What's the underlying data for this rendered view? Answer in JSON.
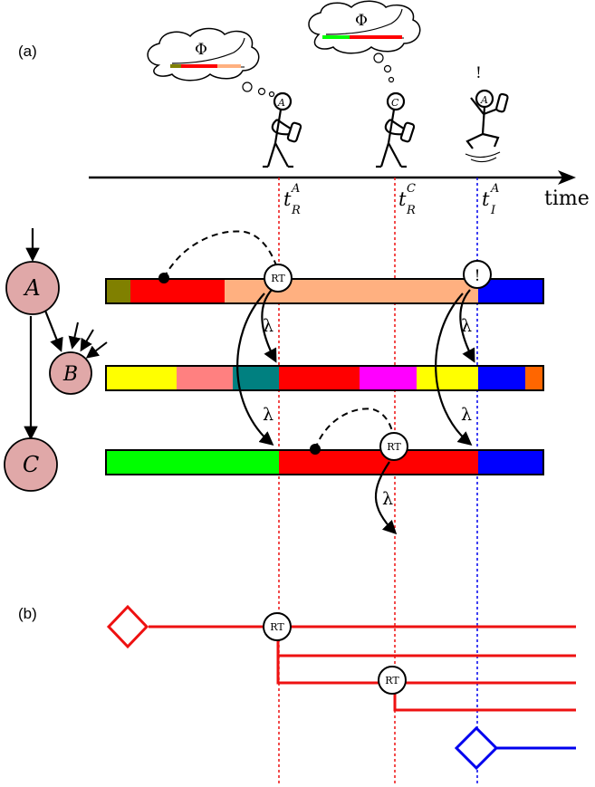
{
  "panel_a_label": "(a)",
  "panel_b_label": "(b)",
  "time_axis": {
    "label": "time",
    "markers": [
      {
        "base": "t",
        "sub": "R",
        "sup": "A"
      },
      {
        "base": "t",
        "sub": "R",
        "sup": "C"
      },
      {
        "base": "t",
        "sub": "I",
        "sup": "A"
      }
    ]
  },
  "figures": [
    {
      "head_letter": "A",
      "thought": "Φ"
    },
    {
      "head_letter": "C",
      "thought": "Φ"
    },
    {
      "head_letter": "A",
      "exclaim": "!"
    }
  ],
  "nodes": [
    "A",
    "B",
    "C"
  ],
  "event_labels": {
    "retweet": "RT",
    "interrupt": "!",
    "rate": "λ"
  },
  "colors": {
    "red_line": "#ee1111",
    "blue_line": "#0000ee",
    "node_fill": "#e0a8a8",
    "olive": "#808000",
    "red": "#ff0000",
    "peach": "#ffb080",
    "blue": "#0000ff",
    "yellow": "#ffff00",
    "salmon": "#ff8080",
    "teal": "#008080",
    "magenta": "#ff00ff",
    "orange": "#ff6600",
    "green": "#00ff00"
  }
}
